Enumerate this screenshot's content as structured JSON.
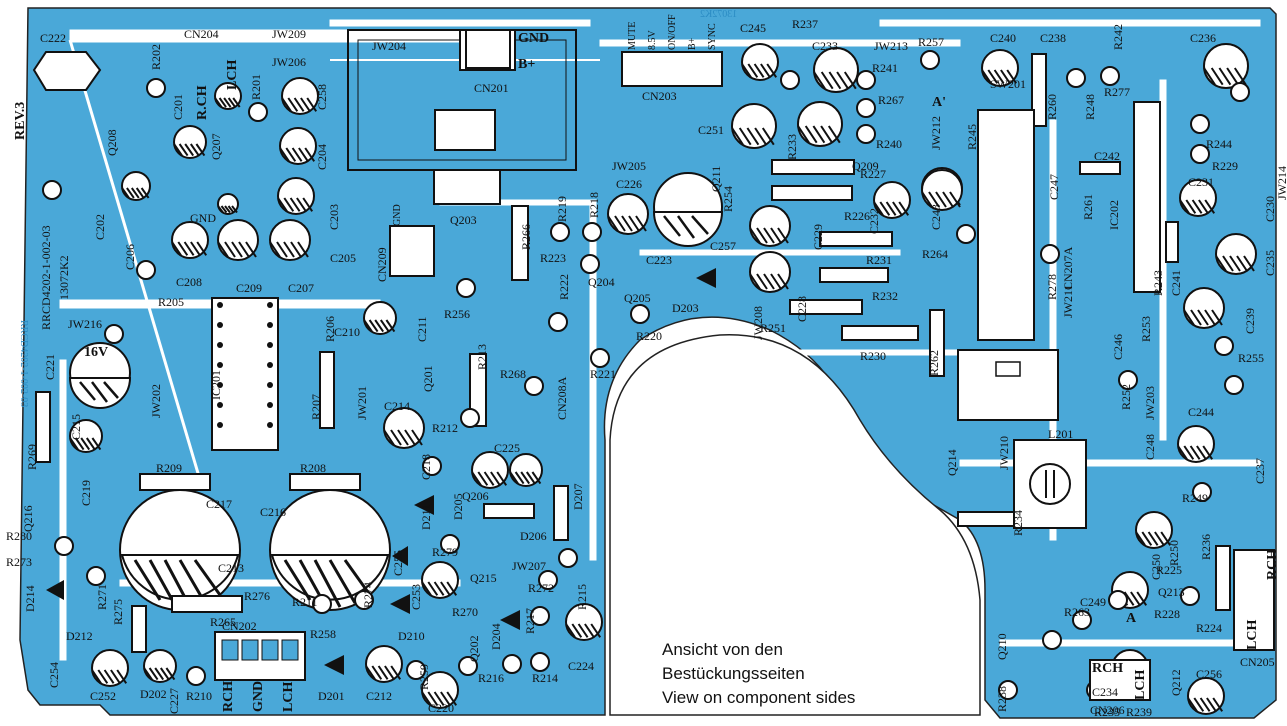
{
  "board": {
    "revision": "REV.3",
    "part_number": "RRCD4202-1-002-03",
    "date_code": "13072K2",
    "mirrored_code": "13072K2",
    "mirrored_side_code": "RRCD4202-1-002-03"
  },
  "caption": {
    "line1": "Ansicht von den",
    "line2": "Bestückungsseiten",
    "line3": "View on component sides"
  },
  "connector_pins": {
    "cn201_gnd": "GND",
    "cn201_b": "B+",
    "cn203_mute": "MUTE",
    "cn203_5v": "8.5V",
    "cn203_onoff": "ON/OFF",
    "cn203_b": "B+",
    "cn203_sync": "SYNC",
    "cn209_gnd": "GND",
    "cn202_rch": "RCH",
    "cn202_gnd": "GND",
    "cn202_lch": "LCH",
    "cn204_rch": "R.CH",
    "cn204_lch": "LCH",
    "cn206_rch": "RCH",
    "cn206_lch": "LCH",
    "cn205_lch": "LCH",
    "cn205_rch": "RCH",
    "gnd_label": "GND",
    "cap_16v": "16V",
    "point_a": "A",
    "point_a_prime": "A'"
  },
  "labels": {
    "C222": "C222",
    "CN204": "CN204",
    "JW209": "JW209",
    "JW206": "JW206",
    "R202": "R202",
    "R201": "R201",
    "C201": "C201",
    "Q208": "Q208",
    "Q207": "Q207",
    "C258": "C258",
    "C204": "C204",
    "C202": "C202",
    "C206": "C206",
    "C203": "C203",
    "C208": "C208",
    "C209": "C209",
    "C207": "C207",
    "C205": "C205",
    "CN209": "CN209",
    "R205": "R205",
    "R206": "R206",
    "C210": "C210",
    "C211": "C211",
    "JW216": "JW216",
    "JW202": "JW202",
    "IC201": "IC201",
    "R207": "R207",
    "JW201": "JW201",
    "C221": "C221",
    "R269": "R269",
    "C215": "C215",
    "C219": "C219",
    "R209": "R209",
    "R208": "R208",
    "C217": "C217",
    "C216": "C216",
    "C214": "C214",
    "Q216": "Q216",
    "R280": "R280",
    "R273": "R273",
    "D214": "D214",
    "D212": "D212",
    "R271": "R271",
    "R275": "R275",
    "C213": "C213",
    "R276": "R276",
    "R265": "R265",
    "C254": "C254",
    "C252": "C252",
    "D202": "D202",
    "C227": "C227",
    "R210": "R210",
    "CN202": "CN202",
    "D201": "D201",
    "C212": "C212",
    "R259": "R259",
    "R211": "R211",
    "R258": "R258",
    "R274": "R274",
    "D210": "D210",
    "C253": "C253",
    "C255": "C255",
    "D211": "D211",
    "C220": "C220",
    "JW204": "JW204",
    "CN201": "CN201",
    "Q203": "Q203",
    "R266": "R266",
    "R256": "R256",
    "R213": "R213",
    "Q201": "Q201",
    "R212": "R212",
    "R268": "R268",
    "CN208A": "CN208A",
    "C225": "C225",
    "C218": "C218",
    "Q206": "Q206",
    "D205": "D205",
    "D206": "D206",
    "D207": "D207",
    "R279": "R279",
    "Q215": "Q215",
    "R270": "R270",
    "R272": "R272",
    "JW207": "JW207",
    "R215": "R215",
    "Q202": "Q202",
    "D204": "D204",
    "R217": "R217",
    "R216": "R216",
    "R214": "R214",
    "C224": "C224",
    "CN203": "CN203",
    "C245": "C245",
    "R237": "R237",
    "C233": "C233",
    "R241": "R241",
    "R267": "R267",
    "R240": "R240",
    "C251": "C251",
    "R233": "R233",
    "Q209": "Q209",
    "Q211": "Q211",
    "JW205": "JW205",
    "C226": "C226",
    "R219": "R219",
    "R218": "R218",
    "R223": "R223",
    "R222": "R222",
    "Q204": "Q204",
    "Q205": "Q205",
    "C223": "C223",
    "D203": "D203",
    "R220": "R220",
    "R221": "R221",
    "R254": "R254",
    "C257": "C257",
    "C229": "C229",
    "C228": "C228",
    "JW208": "JW208",
    "R227": "R227",
    "R226": "R226",
    "C232": "C232",
    "R231": "R231",
    "R232": "R232",
    "R251": "R251",
    "R230": "R230",
    "JW213": "JW213",
    "R257": "R257",
    "C240": "C240",
    "C238": "C238",
    "R242": "R242",
    "C236": "C236",
    "R260": "R260",
    "SW201": "SW201",
    "R248": "R248",
    "R277": "R277",
    "R244": "R244",
    "R245": "R245",
    "JW212": "JW212",
    "C242": "C242",
    "R229": "R229",
    "JW214": "JW214",
    "C247": "C247",
    "R261": "R261",
    "IC202": "IC202",
    "C231": "C231",
    "C230": "C230",
    "C243": "C243",
    "R264": "R264",
    "CN207A": "CN207A",
    "C235": "C235",
    "R278": "R278",
    "JW211": "JW211",
    "R243": "R243",
    "C241": "C241",
    "R262": "R262",
    "C246": "C246",
    "R253": "R253",
    "C239": "C239",
    "R255": "R255",
    "R252": "R252",
    "Q214": "Q214",
    "JW210": "JW210",
    "L201": "L201",
    "C248": "C248",
    "JW203": "JW203",
    "C244": "C244",
    "C237": "C237",
    "R249": "R249",
    "R234": "R234",
    "R250": "R250",
    "R236": "R236",
    "R225": "R225",
    "Q213": "Q213",
    "C250": "C250",
    "C249": "C249",
    "R263": "R263",
    "R228": "R228",
    "R224": "R224",
    "CN205": "CN205",
    "Q210": "Q210",
    "C234": "C234",
    "R238": "R238",
    "R235": "R235",
    "R239": "R239",
    "Q212": "Q212",
    "C256": "C256",
    "CN206": "CN206"
  }
}
